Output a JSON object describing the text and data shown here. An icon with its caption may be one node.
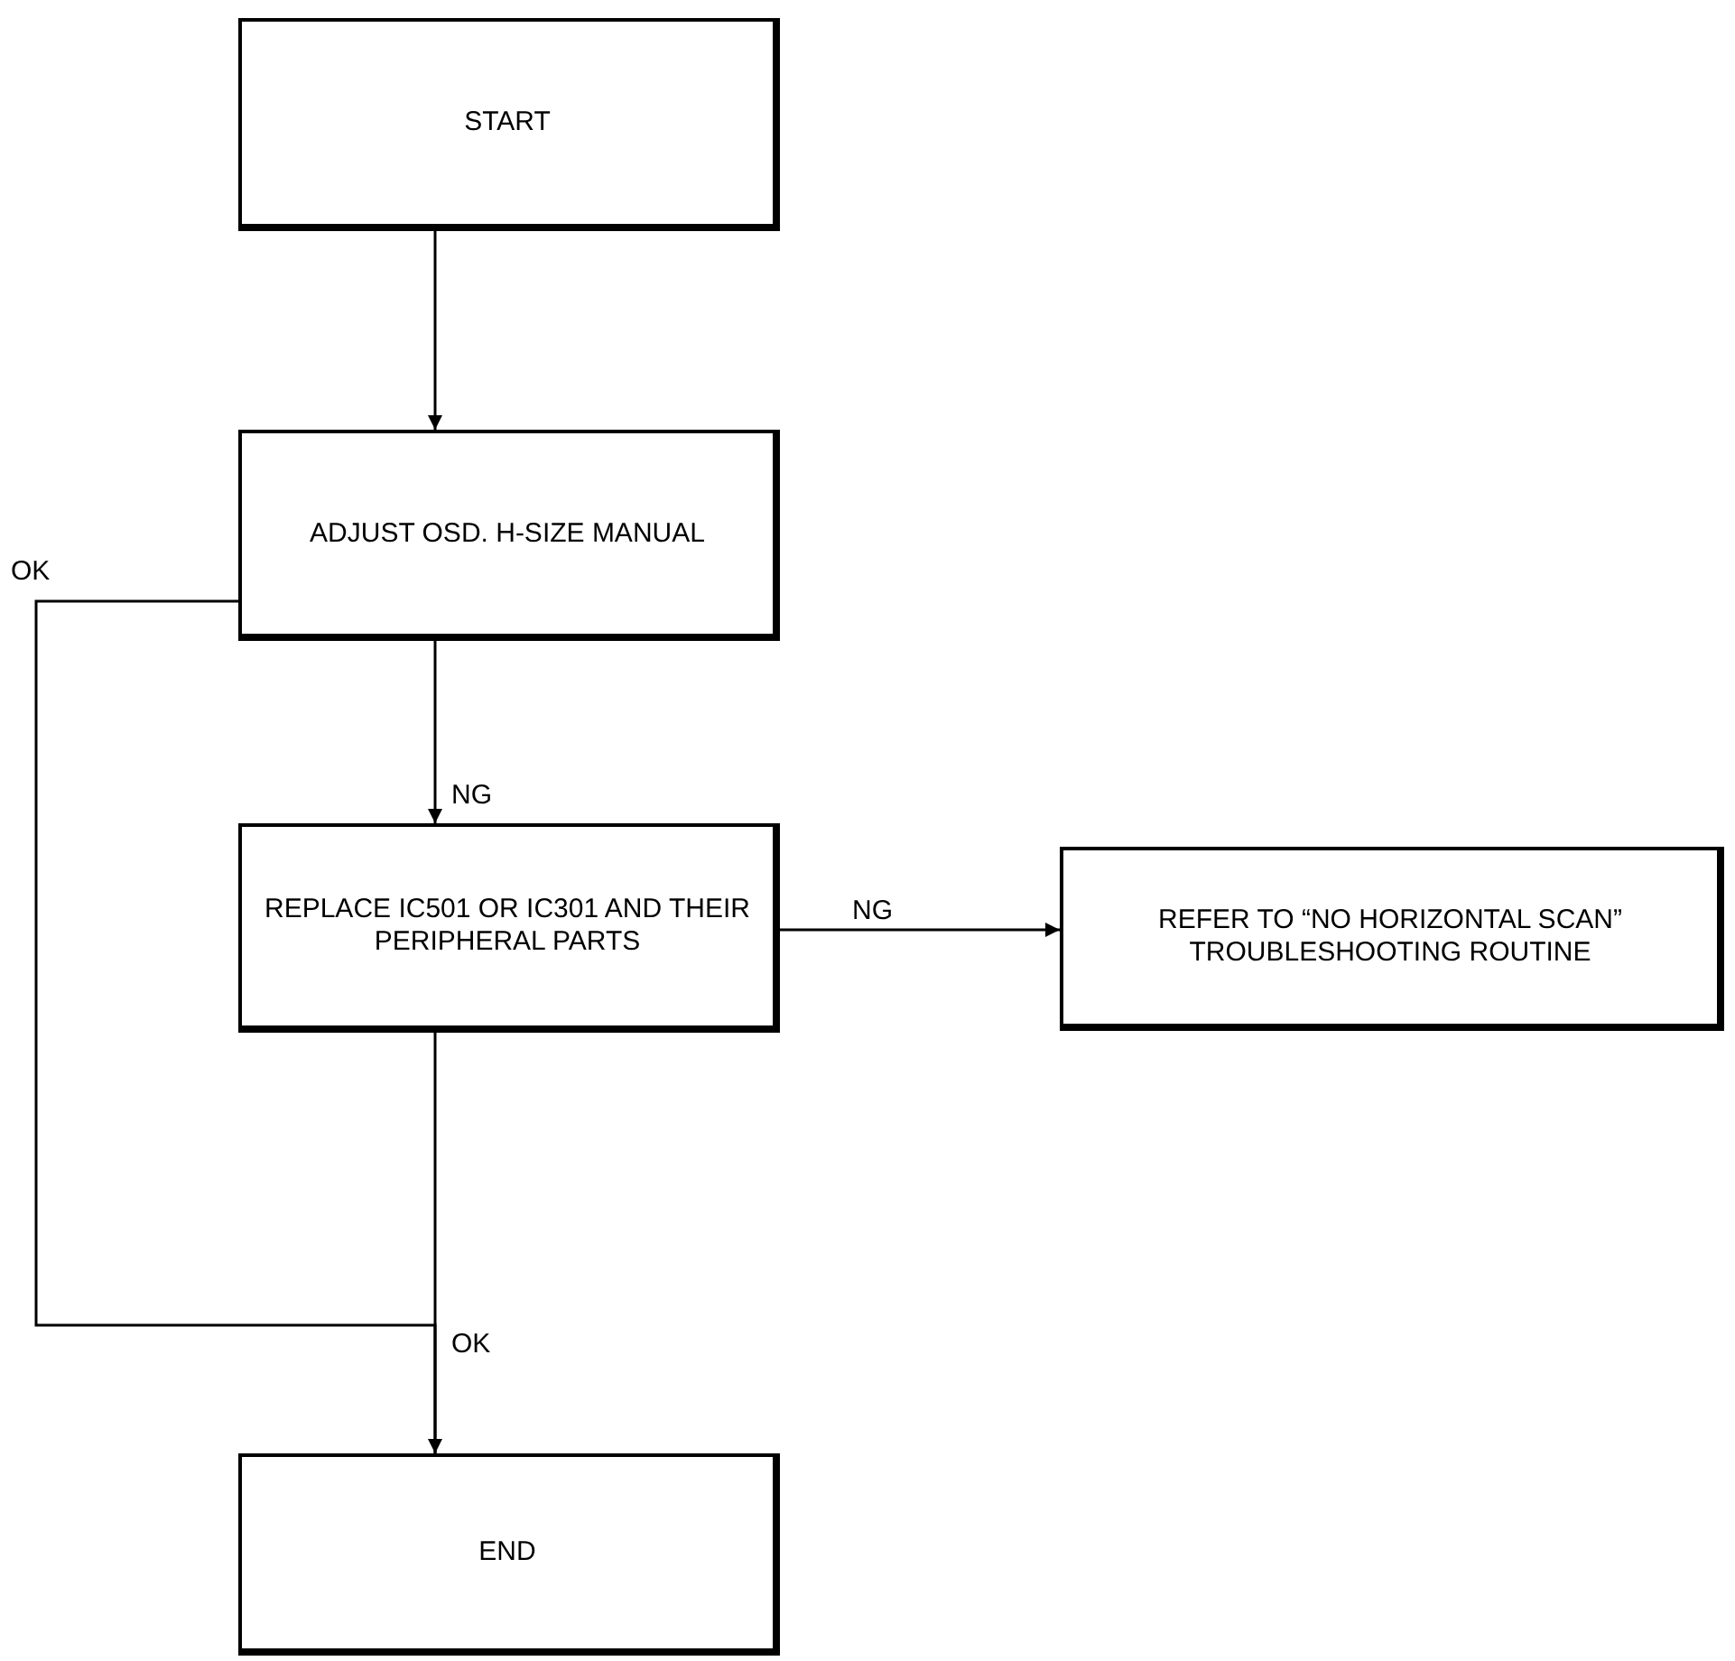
{
  "diagram": {
    "nodes": [
      {
        "text": [
          "START"
        ]
      },
      {
        "text": [
          "ADJUST OSD. H-SIZE MANUAL"
        ]
      },
      {
        "text": [
          "REPLACE  IC501 OR IC301 AND THEIR PERIPHERAL PARTS"
        ]
      },
      {
        "text": [
          "REFER TO “NO HORIZONTAL SCAN” TROUBLESHOOTING ROUTINE"
        ]
      },
      {
        "text": [
          "END"
        ]
      }
    ],
    "edges": [
      {
        "from": 0,
        "to": 1,
        "arrow": "to"
      },
      {
        "from": 1,
        "to": 2,
        "arrow": "to",
        "label": "NG"
      },
      {
        "from": 2,
        "to": 3,
        "arrow": "to",
        "label": "NG"
      },
      {
        "from": 2,
        "to": 4,
        "arrow": "none",
        "label": "OK"
      },
      {
        "from": 1,
        "to": 4,
        "arrow": "to",
        "label": "OK"
      }
    ]
  }
}
